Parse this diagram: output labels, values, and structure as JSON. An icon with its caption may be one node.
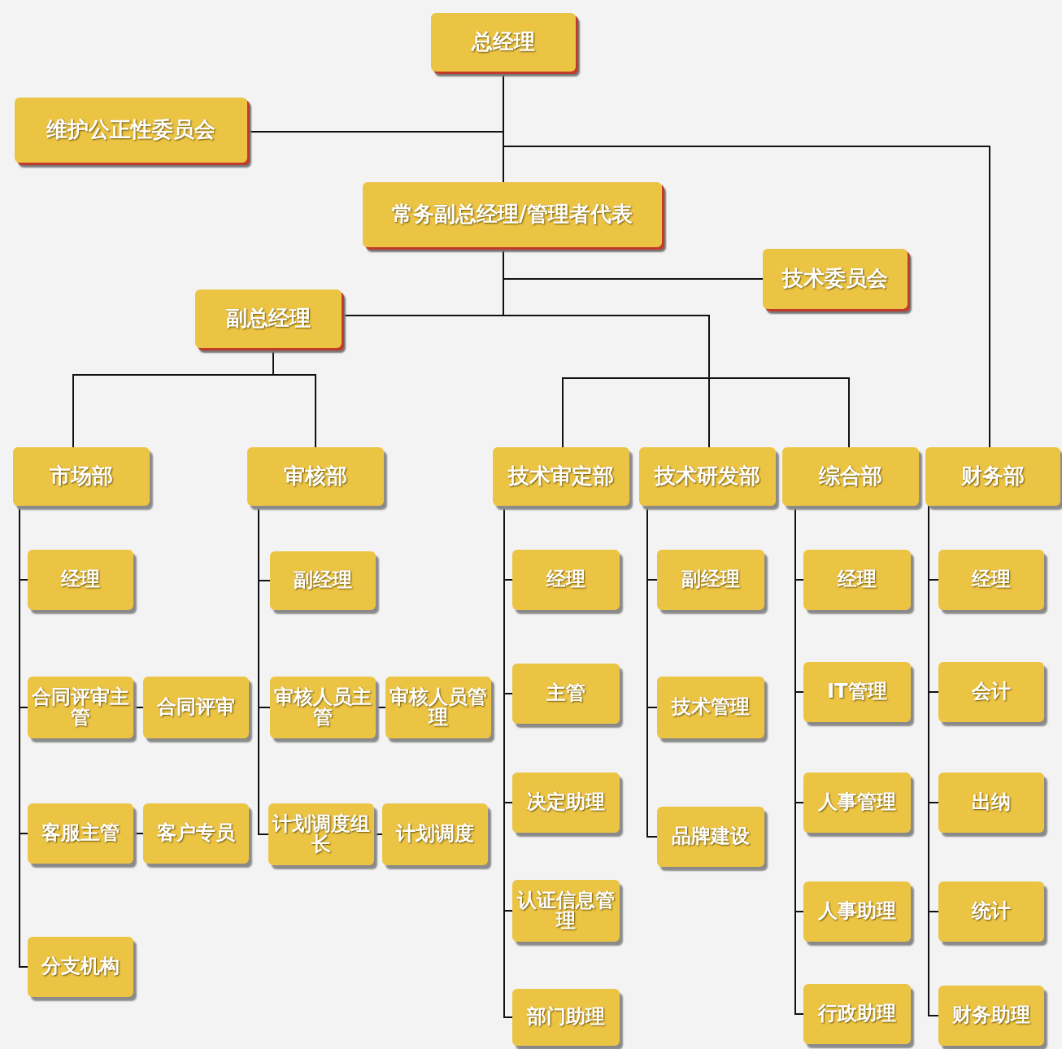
{
  "diagram": {
    "nodes": [
      {
        "text": [
          "总经理"
        ]
      },
      {
        "text": [
          "维护公正性委员会"
        ]
      },
      {
        "text": [
          "常务副总经理/管理者代表"
        ]
      },
      {
        "text": [
          "技术委员会"
        ]
      },
      {
        "text": [
          "副总经理"
        ]
      },
      {
        "text": [
          "市场部"
        ]
      },
      {
        "text": [
          "审核部"
        ]
      },
      {
        "text": [
          "技术审定部"
        ]
      },
      {
        "text": [
          "技术研发部"
        ]
      },
      {
        "text": [
          "综合部"
        ]
      },
      {
        "text": [
          "财务部"
        ]
      },
      {
        "text": [
          "经理"
        ]
      },
      {
        "text": [
          "合同评审主管"
        ]
      },
      {
        "text": [
          "合同评审"
        ]
      },
      {
        "text": [
          "客服主管"
        ]
      },
      {
        "text": [
          "客户专员"
        ]
      },
      {
        "text": [
          "分支机构"
        ]
      },
      {
        "text": [
          "副经理"
        ]
      },
      {
        "text": [
          "审核人员主管"
        ]
      },
      {
        "text": [
          "审核人员管理"
        ]
      },
      {
        "text": [
          "计划调度组长"
        ]
      },
      {
        "text": [
          "计划调度"
        ]
      },
      {
        "text": [
          "经理"
        ]
      },
      {
        "text": [
          "主管"
        ]
      },
      {
        "text": [
          "决定助理"
        ]
      },
      {
        "text": [
          "认证信息管理"
        ]
      },
      {
        "text": [
          "部门助理"
        ]
      },
      {
        "text": [
          "副经理"
        ]
      },
      {
        "text": [
          "技术管理"
        ]
      },
      {
        "text": [
          "品牌建设"
        ]
      },
      {
        "text": [
          "经理"
        ]
      },
      {
        "text": [
          "IT管理"
        ]
      },
      {
        "text": [
          "人事管理"
        ]
      },
      {
        "text": [
          "人事助理"
        ]
      },
      {
        "text": [
          "行政助理"
        ]
      },
      {
        "text": [
          "经理"
        ]
      },
      {
        "text": [
          "会计"
        ]
      },
      {
        "text": [
          "出纳"
        ]
      },
      {
        "text": [
          "统计"
        ]
      },
      {
        "text": [
          "财务助理"
        ]
      }
    ],
    "edges": [
      {
        "from": 0,
        "to": 1,
        "arrow": "none"
      },
      {
        "from": 0,
        "to": 2,
        "arrow": "none"
      },
      {
        "from": 0,
        "to": 10,
        "arrow": "none"
      },
      {
        "from": 2,
        "to": 3,
        "arrow": "none"
      },
      {
        "from": 2,
        "to": 4,
        "arrow": "none"
      },
      {
        "from": 2,
        "to": 7,
        "arrow": "none"
      },
      {
        "from": 2,
        "to": 8,
        "arrow": "none"
      },
      {
        "from": 2,
        "to": 9,
        "arrow": "none"
      },
      {
        "from": 4,
        "to": 5,
        "arrow": "none"
      },
      {
        "from": 4,
        "to": 6,
        "arrow": "none"
      },
      {
        "from": 5,
        "to": 11,
        "arrow": "none"
      },
      {
        "from": 5,
        "to": 12,
        "arrow": "none"
      },
      {
        "from": 12,
        "to": 13,
        "arrow": "none"
      },
      {
        "from": 5,
        "to": 14,
        "arrow": "none"
      },
      {
        "from": 14,
        "to": 15,
        "arrow": "none"
      },
      {
        "from": 5,
        "to": 16,
        "arrow": "none"
      },
      {
        "from": 6,
        "to": 17,
        "arrow": "none"
      },
      {
        "from": 6,
        "to": 18,
        "arrow": "none"
      },
      {
        "from": 18,
        "to": 19,
        "arrow": "none"
      },
      {
        "from": 6,
        "to": 20,
        "arrow": "none"
      },
      {
        "from": 20,
        "to": 21,
        "arrow": "none"
      },
      {
        "from": 7,
        "to": 22,
        "arrow": "none"
      },
      {
        "from": 7,
        "to": 23,
        "arrow": "none"
      },
      {
        "from": 7,
        "to": 24,
        "arrow": "none"
      },
      {
        "from": 7,
        "to": 25,
        "arrow": "none"
      },
      {
        "from": 7,
        "to": 26,
        "arrow": "none"
      },
      {
        "from": 8,
        "to": 27,
        "arrow": "none"
      },
      {
        "from": 8,
        "to": 28,
        "arrow": "none"
      },
      {
        "from": 8,
        "to": 29,
        "arrow": "none"
      },
      {
        "from": 9,
        "to": 30,
        "arrow": "none"
      },
      {
        "from": 9,
        "to": 31,
        "arrow": "none"
      },
      {
        "from": 9,
        "to": 32,
        "arrow": "none"
      },
      {
        "from": 9,
        "to": 33,
        "arrow": "none"
      },
      {
        "from": 9,
        "to": 34,
        "arrow": "none"
      },
      {
        "from": 10,
        "to": 35,
        "arrow": "none"
      },
      {
        "from": 10,
        "to": 36,
        "arrow": "none"
      },
      {
        "from": 10,
        "to": 37,
        "arrow": "none"
      },
      {
        "from": 10,
        "to": 38,
        "arrow": "none"
      },
      {
        "from": 10,
        "to": 39,
        "arrow": "none"
      }
    ]
  }
}
